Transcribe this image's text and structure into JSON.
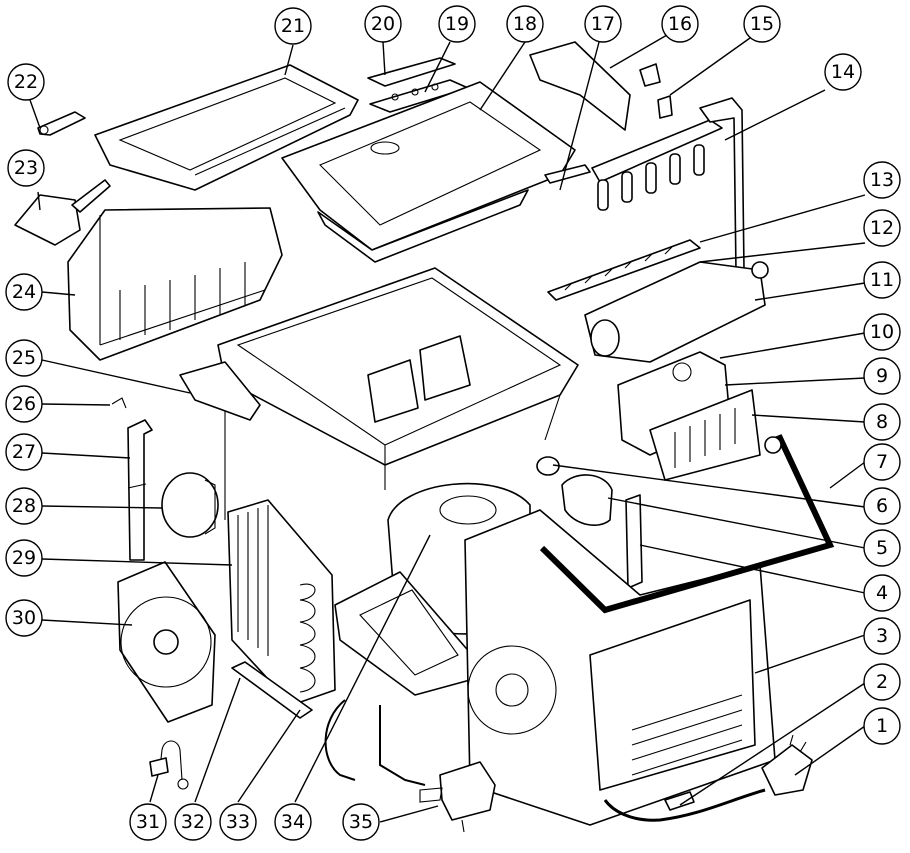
{
  "callouts": [
    {
      "id": "21",
      "label": "21"
    },
    {
      "id": "20",
      "label": "20"
    },
    {
      "id": "19",
      "label": "19"
    },
    {
      "id": "18",
      "label": "18"
    },
    {
      "id": "17",
      "label": "17"
    },
    {
      "id": "16",
      "label": "16"
    },
    {
      "id": "15",
      "label": "15"
    },
    {
      "id": "14",
      "label": "14"
    },
    {
      "id": "22",
      "label": "22"
    },
    {
      "id": "23",
      "label": "23"
    },
    {
      "id": "13",
      "label": "13"
    },
    {
      "id": "12",
      "label": "12"
    },
    {
      "id": "24",
      "label": "24"
    },
    {
      "id": "11",
      "label": "11"
    },
    {
      "id": "10",
      "label": "10"
    },
    {
      "id": "25",
      "label": "25"
    },
    {
      "id": "9",
      "label": "9"
    },
    {
      "id": "26",
      "label": "26"
    },
    {
      "id": "8",
      "label": "8"
    },
    {
      "id": "27",
      "label": "27"
    },
    {
      "id": "7",
      "label": "7"
    },
    {
      "id": "6",
      "label": "6"
    },
    {
      "id": "28",
      "label": "28"
    },
    {
      "id": "5",
      "label": "5"
    },
    {
      "id": "29",
      "label": "29"
    },
    {
      "id": "4",
      "label": "4"
    },
    {
      "id": "30",
      "label": "30"
    },
    {
      "id": "3",
      "label": "3"
    },
    {
      "id": "2",
      "label": "2"
    },
    {
      "id": "1",
      "label": "1"
    },
    {
      "id": "31",
      "label": "31"
    },
    {
      "id": "32",
      "label": "32"
    },
    {
      "id": "33",
      "label": "33"
    },
    {
      "id": "34",
      "label": "34"
    },
    {
      "id": "35",
      "label": "35"
    }
  ]
}
